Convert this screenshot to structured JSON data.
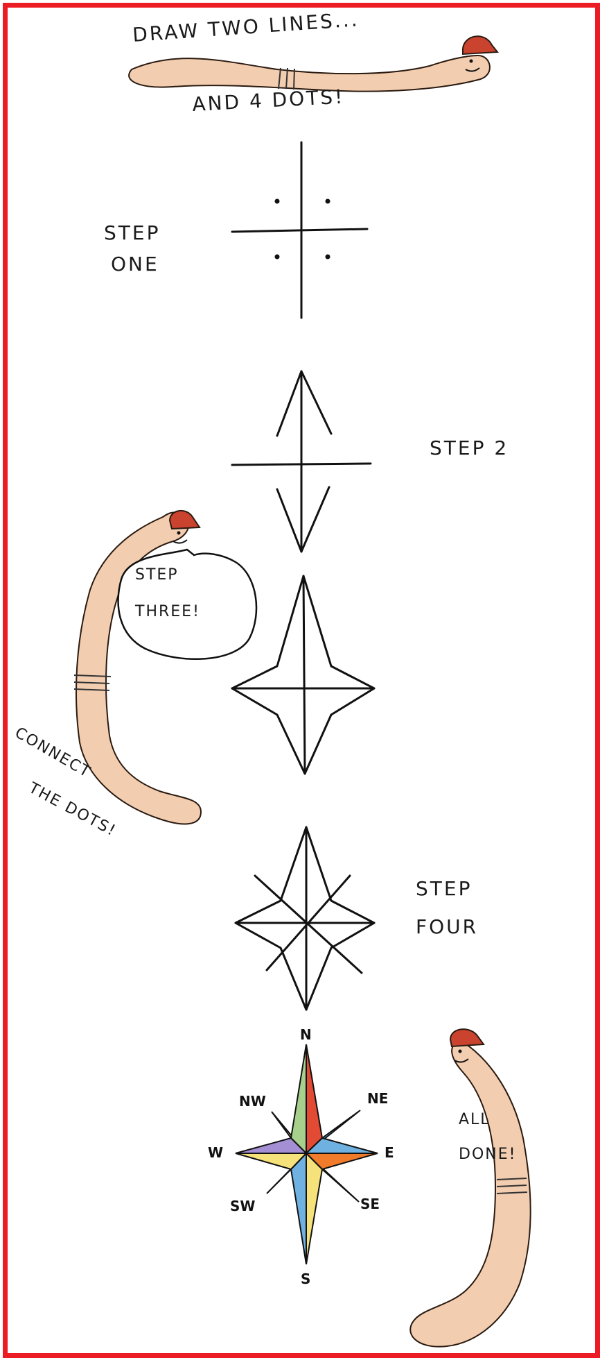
{
  "title_line1": "DRAW TWO LINES...",
  "title_line2": "AND 4 DOTS!",
  "steps": {
    "one": [
      "STEP",
      "ONE"
    ],
    "two": "STEP 2",
    "three": [
      "STEP",
      "THREE!"
    ],
    "four": [
      "STEP",
      "FOUR"
    ]
  },
  "connect_text": [
    "CONNECT",
    "THE DOTS!"
  ],
  "done_text": [
    "ALL",
    "DONE!"
  ],
  "compass_labels": {
    "n": "N",
    "ne": "NE",
    "e": "E",
    "se": "SE",
    "s": "S",
    "sw": "SW",
    "w": "W",
    "nw": "NW"
  },
  "colors": {
    "frame": "#ec1c24",
    "worm": "#f2cdb0",
    "hat": "#c9432f",
    "compass_red": "#e34a33",
    "compass_green": "#a8d08d",
    "compass_blue": "#6fb1e0",
    "compass_yellow": "#f5e27a",
    "compass_purple": "#a58fd4",
    "compass_orange": "#f07b2a"
  }
}
